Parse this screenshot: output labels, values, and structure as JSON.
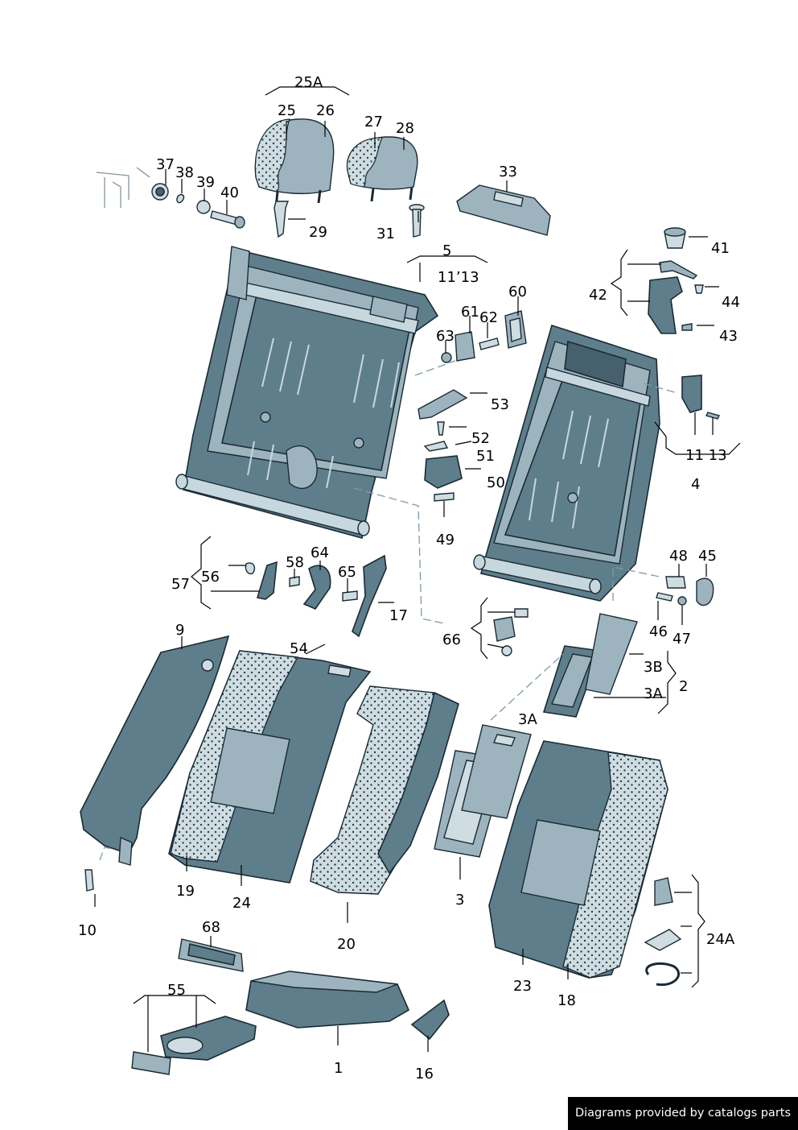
{
  "callouts": {
    "c25A": "25A",
    "c25": "25",
    "c26": "26",
    "c27": "27",
    "c28": "28",
    "c37": "37",
    "c38": "38",
    "c39": "39",
    "c40": "40",
    "c29": "29",
    "c31": "31",
    "c33": "33",
    "c5": "5",
    "c11_13a": "11’13",
    "c41": "41",
    "c42": "42",
    "c44": "44",
    "c43": "43",
    "c60": "60",
    "c61": "61",
    "c62": "62",
    "c63": "63",
    "c53": "53",
    "c52": "52",
    "c51": "51",
    "c50": "50",
    "c49": "49",
    "c11_13b": "11 13",
    "c4": "4",
    "c48": "48",
    "c45": "45",
    "c46": "46",
    "c47": "47",
    "c57": "57",
    "c56": "56",
    "c58": "58",
    "c64": "64",
    "c65": "65",
    "c17": "17",
    "c66": "66",
    "c9": "9",
    "c54": "54",
    "c3B": "3B",
    "c3A": "3A",
    "c2": "2",
    "c3A_2": "3A",
    "c19": "19",
    "c24": "24",
    "c10": "10",
    "c20": "20",
    "c3": "3",
    "c23": "23",
    "c18": "18",
    "c24A": "24A",
    "c68": "68",
    "c55": "55",
    "c1": "1",
    "c16": "16"
  },
  "credit": "Diagrams provided by catalogs parts",
  "colors": {
    "part": "#5f7e8c",
    "part_light": "#9db4bf",
    "outline": "#1a2a33",
    "dash": "#7f9aa6"
  }
}
